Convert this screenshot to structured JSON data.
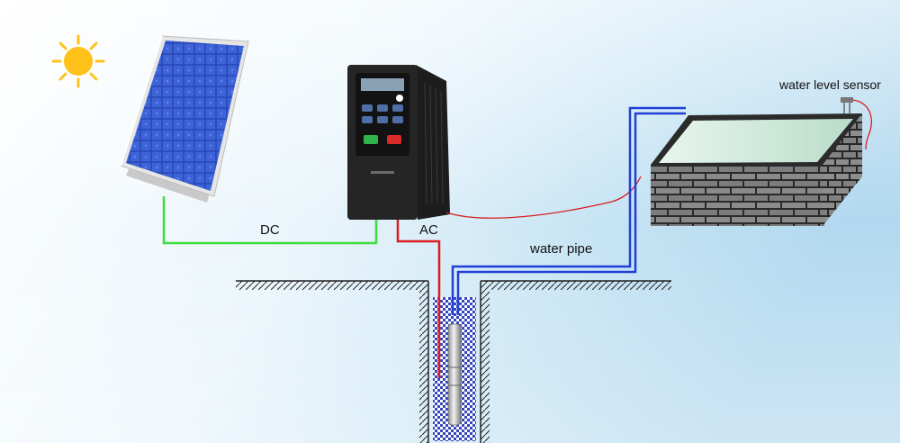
{
  "labels": {
    "dc": "DC",
    "ac": "AC",
    "water_pipe": "water pipe",
    "water_level_sensor": "water level sensor"
  },
  "colors": {
    "dc_wire": "#3ddc3d",
    "ac_wire": "#d81e1e",
    "water_pipe": "#1f3fd6",
    "sky_top": "#ffffff",
    "sky_mid": "#bfe0f2",
    "sun": "#ffc21a"
  },
  "icons": {
    "sun": "sun-icon",
    "solar_panel": "solar-panel-icon",
    "inverter": "pump-inverter-icon",
    "tank": "brick-water-tank-icon",
    "sensor": "water-level-sensor-icon",
    "pump": "submersible-pump-icon"
  }
}
